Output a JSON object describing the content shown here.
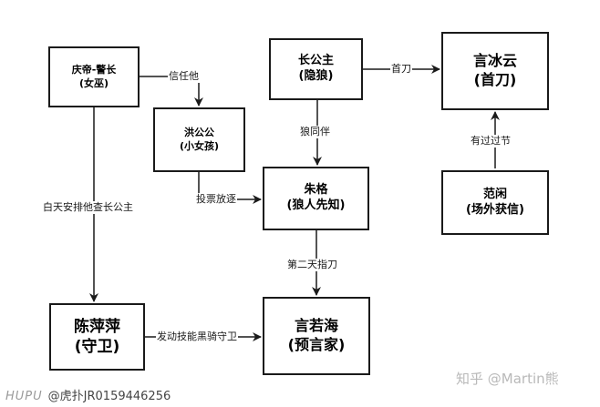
{
  "nodes": {
    "qingdi": {
      "line1": "庆帝-警长",
      "line2": "(女巫)"
    },
    "honggonggong": {
      "line1": "洪公公",
      "line2": "(小女孩)"
    },
    "changgongzhu": {
      "line1": "长公主",
      "line2": "(隐狼)"
    },
    "yanbingyun": {
      "line1": "言冰云",
      "line2": "(首刀)"
    },
    "zhuge": {
      "line1": "朱格",
      "line2": "(狼人先知)"
    },
    "fanxian": {
      "line1": "范闲",
      "line2": "(场外获信)"
    },
    "chenpingping": {
      "line1": "陈萍萍",
      "line2": "(守卫)"
    },
    "yanruohai": {
      "line1": "言若海",
      "line2": "(预言家)"
    }
  },
  "edges": {
    "qingdi_to_honggonggong": "信任他",
    "changgongzhu_to_yanbingyun": "首刀",
    "changgongzhu_to_zhuge": "狼同伴",
    "fanxian_to_yanbingyun": "有过过节",
    "honggonggong_to_zhuge": "投票放逐",
    "qingdi_to_chenpingping": "白天安排他查长公主",
    "zhuge_to_yanruohai": "第二天指刀",
    "chenpingping_to_yanruohai": "发动技能黑骑守卫"
  },
  "watermark": {
    "left_brand": "HUPU",
    "left_text": "@虎扑JR0159446256",
    "right_text": "知乎 @Martin熊"
  },
  "colors": {
    "line": "#1a1a1a",
    "box_border": "#1a1a1a",
    "background": "#ffffff"
  }
}
